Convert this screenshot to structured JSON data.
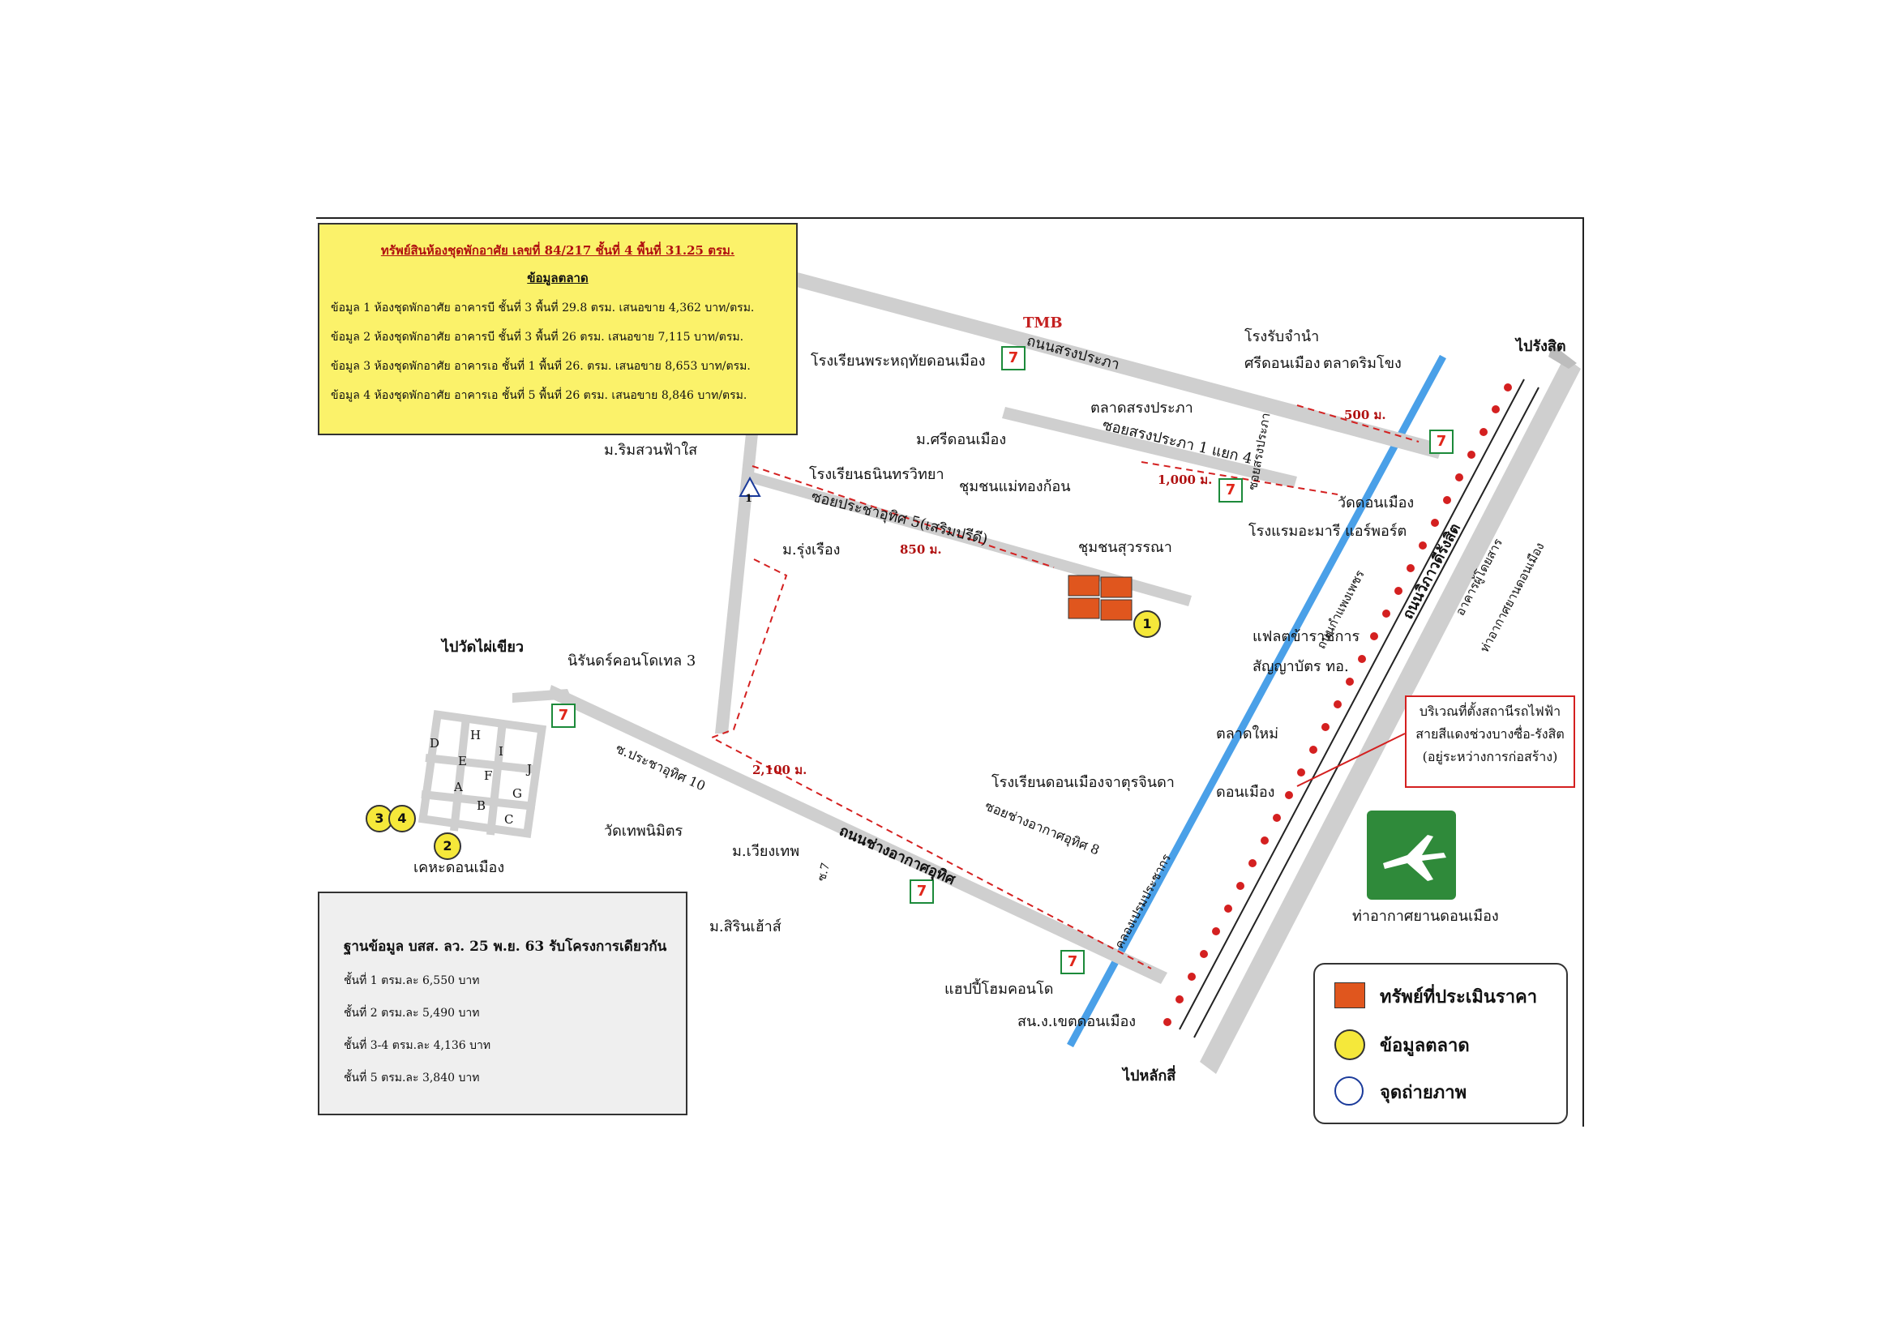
{
  "info_box": {
    "title": "ทรัพย์สินห้องชุดพักอาศัย เลขที่ 84/217 ชั้นที่ 4 พื้นที่ 31.25 ตรม.",
    "subtitle": "ข้อมูลตลาด",
    "rows": [
      "ข้อมูล 1 ห้องชุดพักอาศัย อาคารบี ชั้นที่ 3 พื้นที่ 29.8 ตรม. เสนอขาย 4,362 บาท/ตรม.",
      "ข้อมูล 2 ห้องชุดพักอาศัย อาคารบี ชั้นที่ 3 พื้นที่ 26 ตรม. เสนอขาย 7,115 บาท/ตรม.",
      "ข้อมูล 3 ห้องชุดพักอาศัย อาคารเอ ชั้นที่ 1 พื้นที่ 26. ตรม. เสนอขาย 8,653 บาท/ตรม.",
      "ข้อมูล 4 ห้องชุดพักอาศัย อาคารเอ ชั้นที่ 5 พื้นที่ 26 ตรม. เสนอขาย 8,846 บาท/ตรม."
    ]
  },
  "db_box": {
    "title": "ฐานข้อมูล บสส. ลว. 25 พ.ย. 63 รับโครงการเดียวกัน",
    "rows": [
      "ชั้นที่ 1 ตรม.ละ 6,550 บาท",
      "ชั้นที่ 2 ตรม.ละ 5,490 บาท",
      "ชั้นที่ 3-4 ตรม.ละ 4,136 บาท",
      "ชั้นที่ 5 ตรม.ละ 3,840 บาท"
    ]
  },
  "legend": {
    "property": "ทรัพย์ที่ประเมินราคา",
    "market": "ข้อมูลตลาด",
    "photo": "จุดถ่ายภาพ",
    "colors": {
      "property": "#e0561e",
      "market": "#f5e83a",
      "photo": "#ffffff"
    }
  },
  "station_box": {
    "line1": "บริเวณที่ตั้งสถานีรถไฟฟ้า",
    "line2": "สายสีแดงช่วงบางซื่อ-รังสิต",
    "line3": "(อยู่ระหว่างการก่อสร้าง)"
  },
  "labels": {
    "to_rangsit": "ไปรังสิต",
    "to_laksi": "ไปหลักสี่",
    "to_wat_phai_khiao": "ไปวัดไผ่เขียว",
    "school_phra_ruthai": "โรงเรียนพระหฤทัยดอนเมือง",
    "road_songprapa": "ถนนสรงประภา",
    "tmb": "TMB",
    "pawn_shop": "โรงรับจำนำ",
    "pawn_shop2": "ศรีดอนเมือง",
    "market_rimkhong": "ตลาดริมโขง",
    "market_songprapa": "ตลาดสรงประภา",
    "soi_songprapa": "ซอยสรงประภา 1 แยก 4",
    "soi_songprapa_v": "ซอยสรงประภา",
    "dist_500": "500 ม.",
    "dist_1000": "1,000 ม.",
    "dist_850": "850 ม.",
    "dist_2100": "2,100 ม.",
    "m_sri_donmueang": "ม.ศรีดอนเมือง",
    "m_rim_suan": "ม.ริมสวนฟ้าใส",
    "school_thanin": "โรงเรียนธนินทรวิทยา",
    "community_mae_thong": "ชุมชนแม่ทองก้อน",
    "soi_prachauthit": "ซอยประชาอุทิศ 5(เสริมปรีดี)",
    "m_rung_rueang": "ม.รุ่งเรือง",
    "community_suwanna": "ชุมชนสุวรรณา",
    "wat_don_mueang": "วัดดอนเมือง",
    "hotel_amari": "โรงแรมอะมารี แอร์พอร์ต",
    "road_vibhavadi": "ถนนวิภาวดีรังสิต",
    "building_nasa": "อาคารผู้โดยสาร",
    "building_nasa2": "ท่าอากาศยานดอนเมือง",
    "flat": "แฟลตข้าราชการ",
    "flat2": "สัญญาบัตร ทอ.",
    "road_kamphaeng": "ถนนกำแพงเพชร",
    "nirun_condo": "นิรันดร์คอนโดเทล 3",
    "soi_prachauthit10": "ซ.ประชาอุทิศ 10",
    "market_new": "ตลาดใหม่",
    "market_new2": "ดอนเมือง",
    "school_chaturachinda": "โรงเรียนดอนเมืองจาตุรจินดา",
    "soi_changakat": "ซอยช่างอากาศอุทิศ 8",
    "road_changakat": "ถนนช่างอากาศอุทิศ",
    "wat_thep": "วัดเทพนิมิตร",
    "m_wiang_thep": "ม.เวียงเทพ",
    "m_sirin": "ม.สิรินเฮ้าส์",
    "thep_don_mueang": "เคหะดอนเมือง",
    "hospital": "แฮปปี้โฮมคอนโด",
    "police": "สน.ง.เขตดอนเมือง",
    "canal": "คลองเปรมประชากร",
    "airport": "ท่าอากาศยานดอนเมือง",
    "soi_ref": "ซ.7",
    "grid_letters": [
      "D",
      "H",
      "I",
      "J",
      "E",
      "F",
      "G",
      "A",
      "B",
      "C"
    ],
    "markers": [
      "1",
      "2",
      "3",
      "4"
    ],
    "photo_num": "1"
  }
}
